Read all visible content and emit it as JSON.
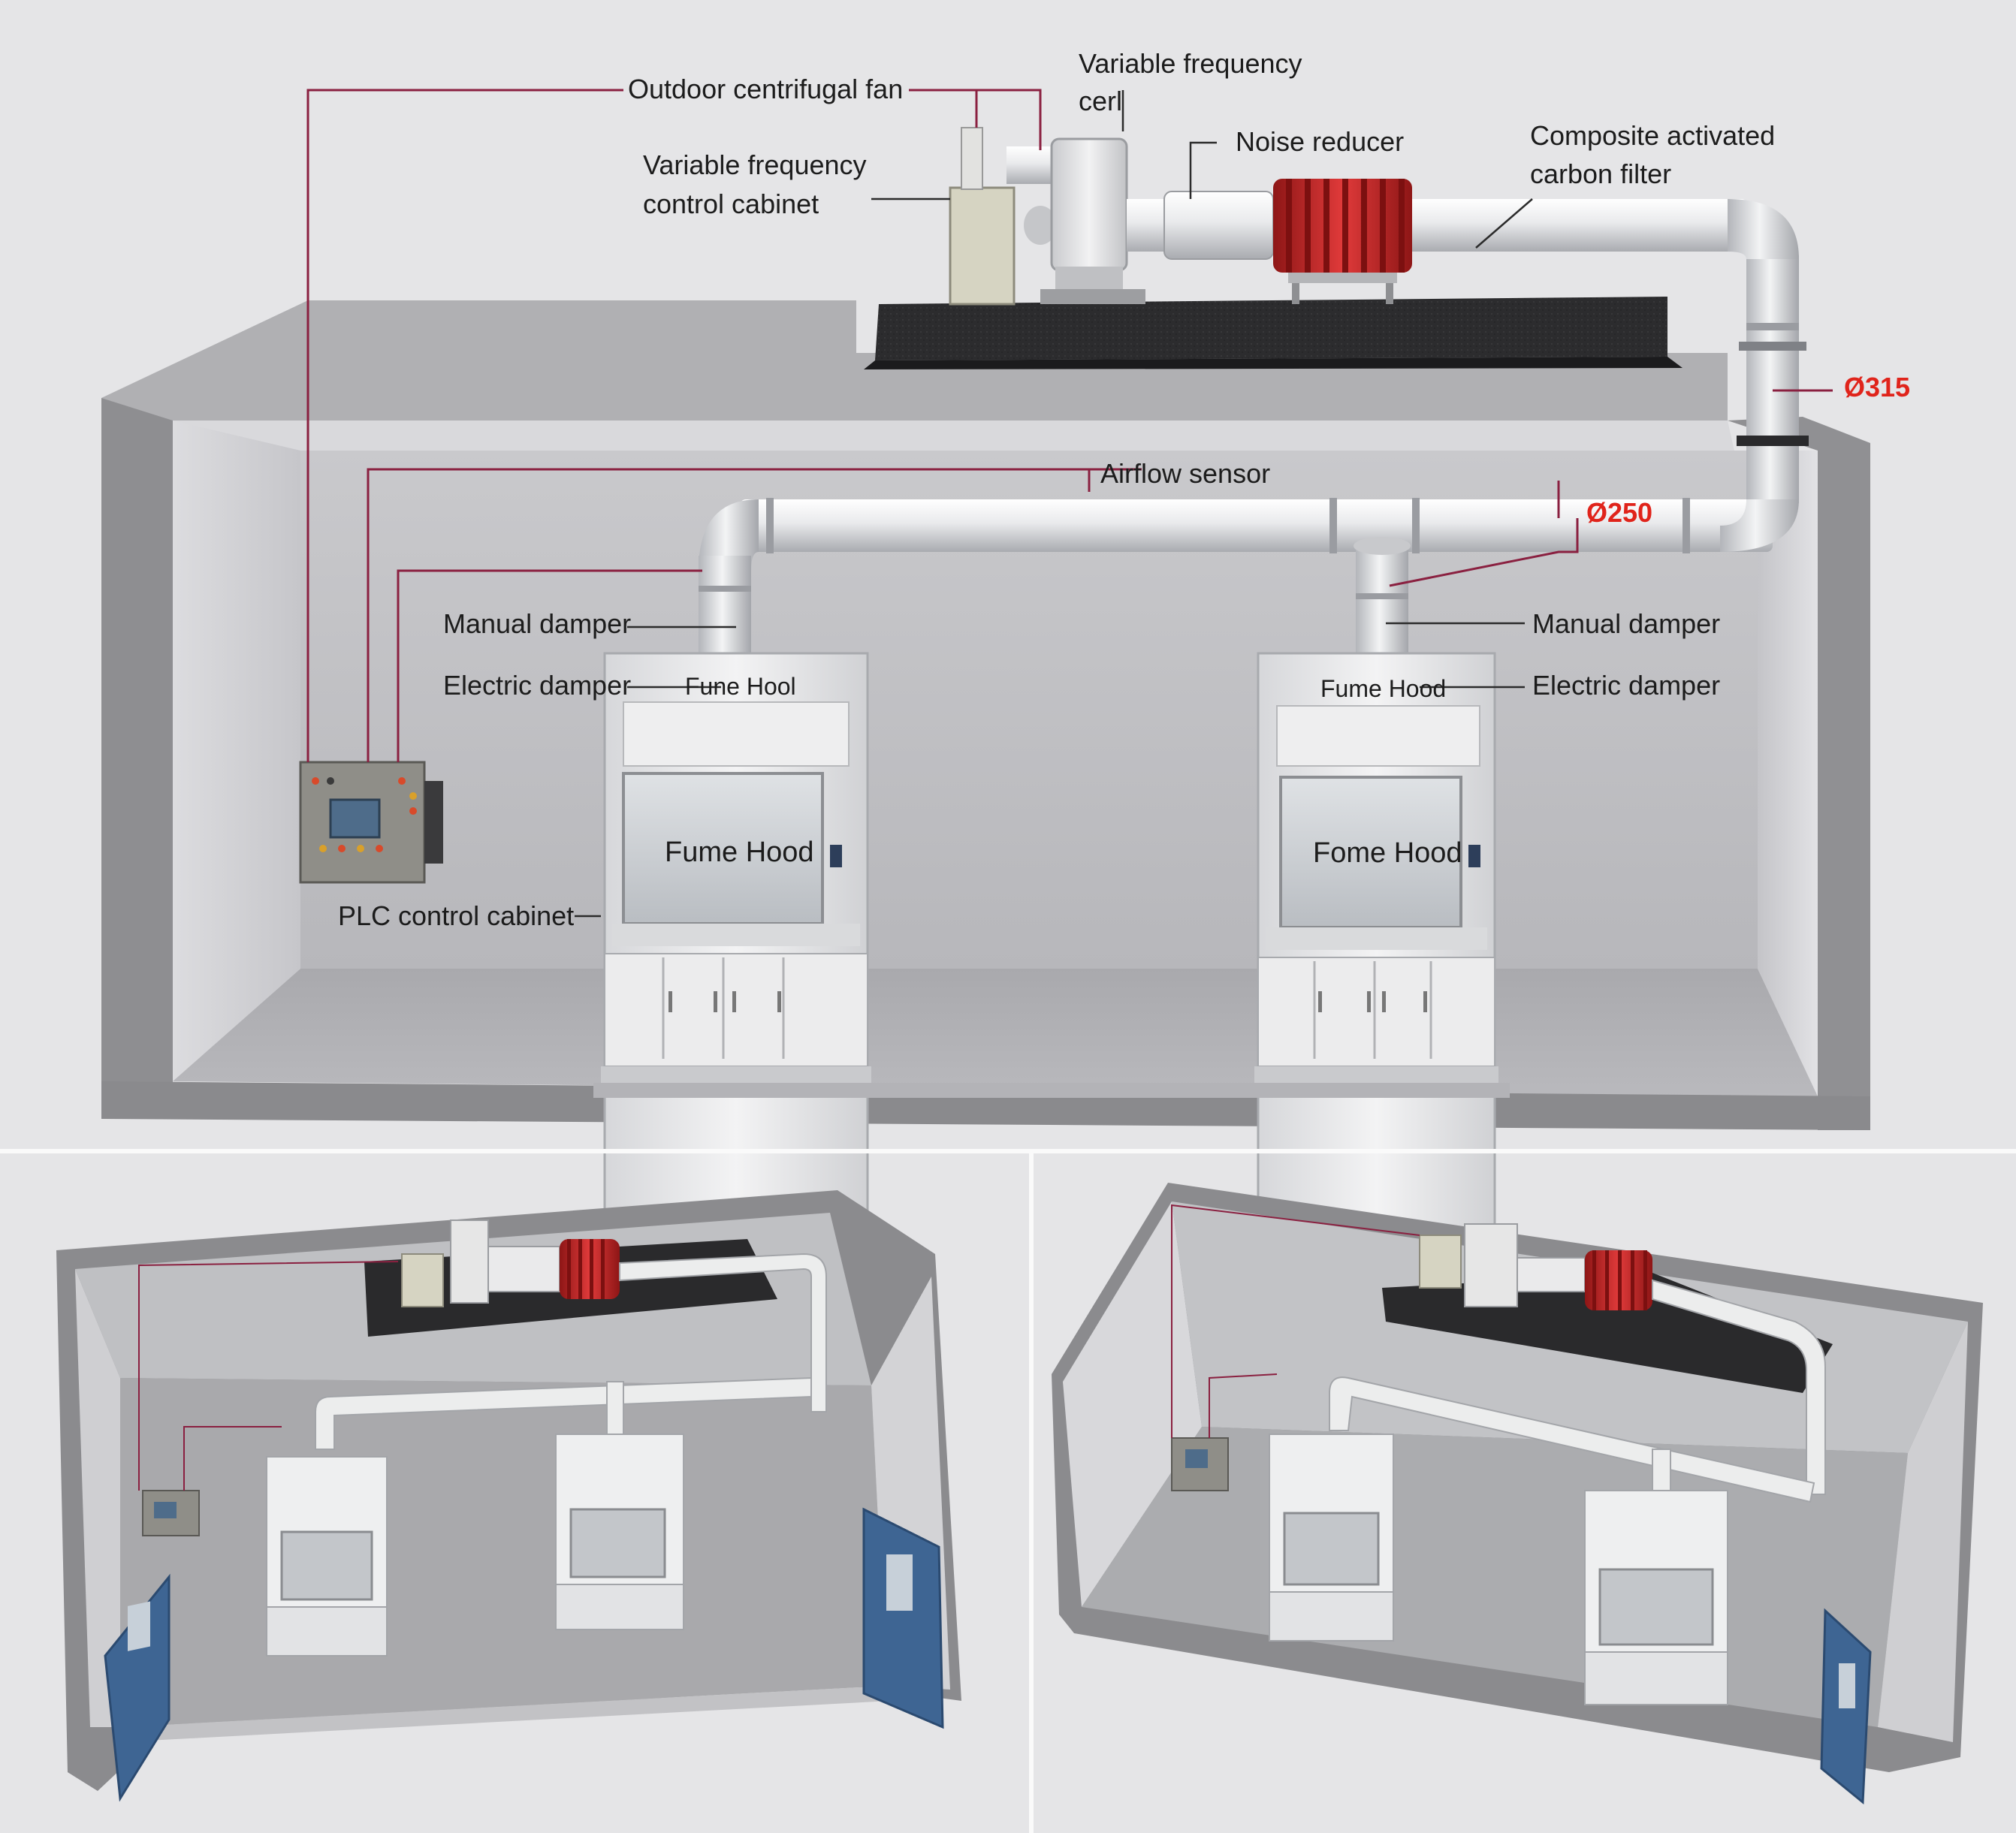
{
  "labels": {
    "outdoor_fan": "Outdoor centrifugal fan",
    "vf_cert_line1": "Variable frequency",
    "vf_cert_line2": "cerl",
    "vf_cabinet_line1": "Variable frequency",
    "vf_cabinet_line2": "control cabinet",
    "noise_reducer": "Noise reducer",
    "carbon_filter_line1": "Composite activated",
    "carbon_filter_line2": "carbon filter",
    "dia_main": "Ø315",
    "dia_branch": "Ø250",
    "airflow_sensor": "Airflow sensor",
    "manual_damper_left": "Manual damper",
    "manual_damper_right": "Manual damper",
    "electric_damper_left": "Electric damper",
    "electric_damper_right": "Electric damper",
    "plc_cabinet": "PLC control cabinet",
    "hood_top_left": "Fune Hool",
    "hood_top_right": "Fume Hood",
    "hood_front_left": "Fume Hood",
    "hood_front_right": "Fome Hood"
  },
  "colors": {
    "background": "#e5e5e7",
    "wall": "#8d8d90",
    "leader_line": "#8a2040",
    "dimension_text": "#e0241b",
    "filter_red": "#c92a2a",
    "door_blue": "#3e6593",
    "duct": "#e8e9eb"
  }
}
